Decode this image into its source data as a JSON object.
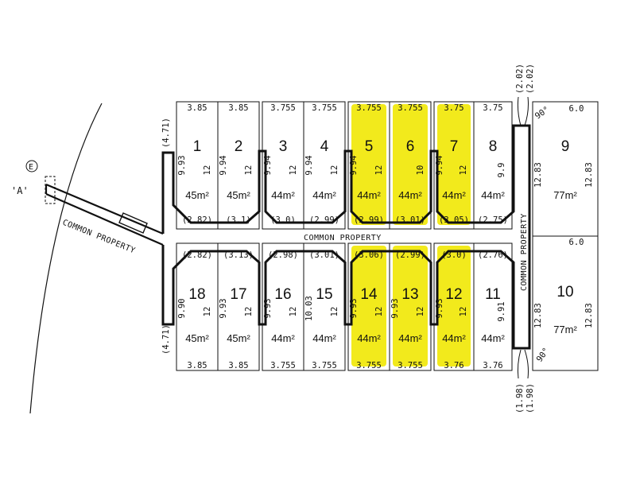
{
  "plan": {
    "common_property_label": "COMMON PROPERTY",
    "marker_A": "'A'",
    "marker_E": "E",
    "angle": "90°"
  },
  "lots": [
    {
      "number": "1",
      "area": "45m²",
      "highlighted": false,
      "front": "3.85",
      "depth_left": "9.93",
      "depth_right": "12",
      "rear": "(2.82)"
    },
    {
      "number": "2",
      "area": "45m²",
      "highlighted": false,
      "front": "3.85",
      "depth_left": "9.94",
      "depth_right": "12",
      "rear": "(3.1)"
    },
    {
      "number": "3",
      "area": "44m²",
      "highlighted": false,
      "front": "3.755",
      "depth_left": "9.94",
      "depth_right": "12",
      "rear": "(3.0)"
    },
    {
      "number": "4",
      "area": "44m²",
      "highlighted": false,
      "front": "3.755",
      "depth_left": "9.94",
      "depth_right": "12",
      "rear": "(2.99)"
    },
    {
      "number": "5",
      "area": "44m²",
      "highlighted": true,
      "front": "3.755",
      "depth_left": "9.94",
      "depth_right": "12",
      "rear": "(2.99)"
    },
    {
      "number": "6",
      "area": "44m²",
      "highlighted": true,
      "front": "3.755",
      "depth_left": "",
      "depth_right": "10",
      "rear": "(3.01)"
    },
    {
      "number": "7",
      "area": "44m²",
      "highlighted": true,
      "front": "3.75",
      "depth_left": "9.94",
      "depth_right": "12",
      "rear": "(3.05)"
    },
    {
      "number": "8",
      "area": "44m²",
      "highlighted": false,
      "front": "3.75",
      "depth_left": "",
      "depth_right": "9.9",
      "rear": "(2.75)"
    },
    {
      "number": "18",
      "area": "45m²",
      "highlighted": false,
      "front": "3.85",
      "depth_left": "9.90",
      "depth_right": "12",
      "rear": "(2.82)"
    },
    {
      "number": "17",
      "area": "45m²",
      "highlighted": false,
      "front": "3.85",
      "depth_left": "9.93",
      "depth_right": "12",
      "rear": "(3.13)"
    },
    {
      "number": "16",
      "area": "44m²",
      "highlighted": false,
      "front": "3.755",
      "depth_left": "9.93",
      "depth_right": "12",
      "rear": "(2.98)"
    },
    {
      "number": "15",
      "area": "44m²",
      "highlighted": false,
      "front": "3.755",
      "depth_left": "10.03",
      "depth_right": "12",
      "rear": "(3.01)"
    },
    {
      "number": "14",
      "area": "44m²",
      "highlighted": true,
      "front": "3.755",
      "depth_left": "9.93",
      "depth_right": "12",
      "rear": "(3.06)"
    },
    {
      "number": "13",
      "area": "44m²",
      "highlighted": true,
      "front": "3.755",
      "depth_left": "9.93",
      "depth_right": "12",
      "rear": "(2.99)"
    },
    {
      "number": "12",
      "area": "44m²",
      "highlighted": true,
      "front": "3.76",
      "depth_left": "9.93",
      "depth_right": "12",
      "rear": "(3.0)"
    },
    {
      "number": "11",
      "area": "44m²",
      "highlighted": false,
      "front": "3.76",
      "depth_left": "",
      "depth_right": "9.91",
      "rear": "(2.76)"
    },
    {
      "number": "9",
      "area": "77m²",
      "highlighted": false,
      "front": "6.0",
      "depth_left": "12.83",
      "depth_right": "12.83",
      "rear": ""
    },
    {
      "number": "10",
      "area": "77m²",
      "highlighted": false,
      "front": "6.0",
      "depth_left": "12.83",
      "depth_right": "12.83",
      "rear": ""
    }
  ],
  "side_dims": {
    "left_top": "(4.71)",
    "left_bottom": "(4.71)",
    "gap_top_a": "(2.02)",
    "gap_top_b": "(2.02)",
    "gap_bottom_a": "(1.98)",
    "gap_bottom_b": "(1.98)"
  },
  "colors": {
    "highlight": "#f2ea1c",
    "line": "#111111"
  }
}
